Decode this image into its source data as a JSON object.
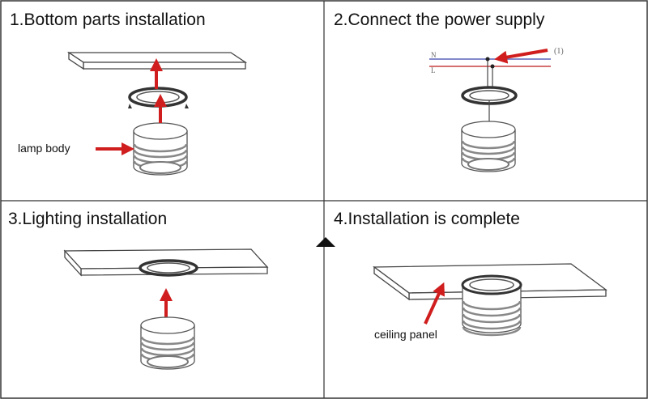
{
  "panels": [
    {
      "title": "1.Bottom parts installation",
      "callout": "lamp body"
    },
    {
      "title": "2.Connect the power supply",
      "wire_labels": [
        "N",
        "L"
      ],
      "marker": "(1)"
    },
    {
      "title": "3.Lighting installation"
    },
    {
      "title": "4.Installation is complete",
      "callout": "ceiling panel"
    }
  ],
  "colors": {
    "arrow": "#d01e1e",
    "line": "#444444",
    "wire_blue": "#5b63b8",
    "wire_red": "#c84040"
  }
}
